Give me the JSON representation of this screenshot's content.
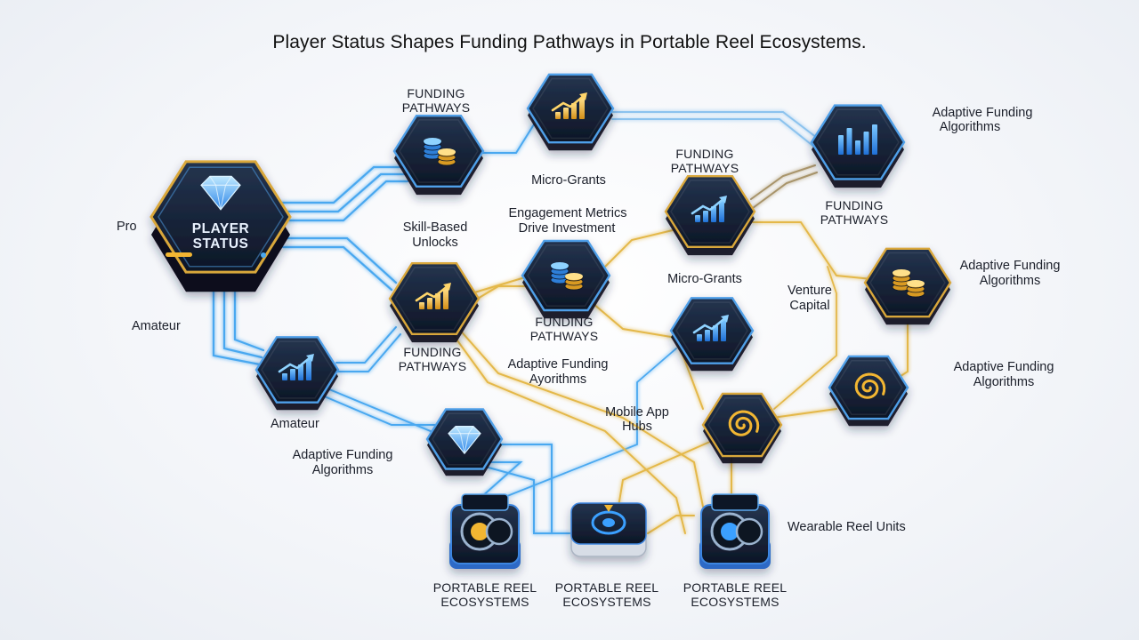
{
  "title": "Player Status Shapes Funding Pathways in Portable Reel Ecosystems.",
  "colors": {
    "node_dark": "#152238",
    "node_rim_gold": "#d9a73b",
    "node_rim_blue": "#4f9fe8",
    "line_blue": "#4aa8f0",
    "line_gold": "#e4b84a",
    "icon_blue": "#3aa0ff",
    "icon_gold": "#f2b632"
  },
  "hub": {
    "line1": "PLAYER",
    "line2": "STATUS",
    "icon": "diamond-icon"
  },
  "labels": {
    "pro": "Pro",
    "amateur_left": "Amateur",
    "amateur_bottom": "Amateur",
    "funding_pathways_top_1": "FUNDING",
    "funding_pathways_top_2": "PATHWAYS",
    "micro_grants_top": "Micro-Grants",
    "adaptive_top_right_1": "Adaptive Funding",
    "adaptive_top_right_2": "Algorithms",
    "funding_pathways_mid_1": "FUNDING",
    "funding_pathways_mid_2": "PATHWAYS",
    "funding_pathways_right_1": "FUNDING",
    "funding_pathways_right_2": "PATHWAYS",
    "skill_based_1": "Skill-Based",
    "skill_based_2": "Unlocks",
    "engagement_1": "Engagement Metrics",
    "engagement_2": "Drive Investment",
    "micro_grants_mid": "Micro-Grants",
    "venture_1": "Venture",
    "venture_2": "Capital",
    "adaptive_right_mid_1": "Adaptive Funding",
    "adaptive_right_mid_2": "Algorithms",
    "funding_pathways_center_1": "FUNDING",
    "funding_pathways_center_2": "PATHWAYS",
    "funding_pathways_left_1": "FUNDING",
    "funding_pathways_left_2": "PATHWAYS",
    "adaptive_center_1": "Adaptive Funding",
    "adaptive_center_2": "Ayorithms",
    "adaptive_right_low_1": "Adaptive Funding",
    "adaptive_right_low_2": "Algorithms",
    "mobile_app_1": "Mobile App",
    "mobile_app_2": "Hubs",
    "adaptive_bottom_left_1": "Adaptive Funding",
    "adaptive_bottom_left_2": "Algorithms",
    "wearable": "Wearable Reel Units",
    "portable_1a": "PORTABLE REEL",
    "portable_1b": "ECOSYSTEMS",
    "portable_2a": "PORTABLE REEL",
    "portable_2b": "ECOSYSTEMS",
    "portable_3a": "PORTABLE REEL",
    "portable_3b": "ECOSYSTEMS"
  },
  "nodes": [
    {
      "id": "coins-top",
      "icon": "coin-stack-icon"
    },
    {
      "id": "chart-top",
      "icon": "bar-chart-icon"
    },
    {
      "id": "bars-top-right",
      "icon": "bar-graph-icon"
    },
    {
      "id": "chart-mid-right",
      "icon": "trend-chart-icon"
    },
    {
      "id": "coins-center",
      "icon": "coin-stack-icon"
    },
    {
      "id": "chart-center",
      "icon": "trend-chart-icon"
    },
    {
      "id": "chart-left-low",
      "icon": "trend-chart-icon"
    },
    {
      "id": "chart-right-center",
      "icon": "trend-chart-icon"
    },
    {
      "id": "coins-right",
      "icon": "coin-stack-icon"
    },
    {
      "id": "spiral-right",
      "icon": "spiral-icon"
    },
    {
      "id": "spiral-center",
      "icon": "spiral-icon"
    },
    {
      "id": "diamond-low",
      "icon": "diamond-icon"
    },
    {
      "id": "reel-1",
      "icon": "reel-device-icon"
    },
    {
      "id": "reel-2",
      "icon": "reel-device-icon"
    },
    {
      "id": "reel-3",
      "icon": "reel-device-icon"
    }
  ]
}
